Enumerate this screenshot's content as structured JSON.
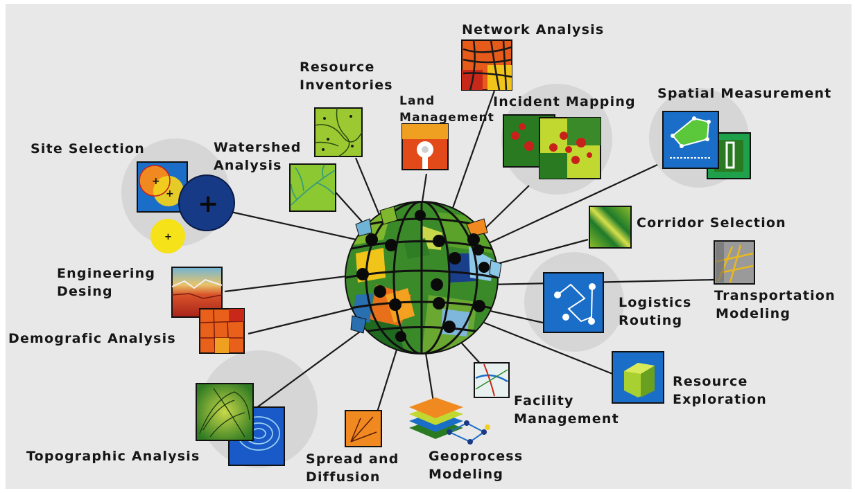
{
  "hub": {
    "icon": "globe-icon"
  },
  "applications": [
    {
      "id": "network-analysis",
      "lines": [
        "Network Analysis"
      ],
      "icon": "street-grid-map-icon"
    },
    {
      "id": "resource-inventories",
      "lines": [
        "Resource",
        "Inventories"
      ],
      "icon": "parcel-map-icon"
    },
    {
      "id": "land-management",
      "lines": [
        "Land",
        "Management"
      ],
      "icon": "keyhole-parcel-icon"
    },
    {
      "id": "incident-mapping",
      "lines": [
        "Incident Mapping"
      ],
      "icon": "incident-dots-map-icon"
    },
    {
      "id": "spatial-measurement",
      "lines": [
        "Spatial Measurement"
      ],
      "icon": "measurement-polygon-icon"
    },
    {
      "id": "site-selection",
      "lines": [
        "Site Selection"
      ],
      "icon": "buffer-circles-icon"
    },
    {
      "id": "watershed-analysis",
      "lines": [
        "Watershed",
        "Analysis"
      ],
      "icon": "river-network-icon"
    },
    {
      "id": "corridor-selection",
      "lines": [
        "Corridor Selection"
      ],
      "icon": "corridor-band-icon"
    },
    {
      "id": "engineering-desing",
      "lines": [
        "Engineering",
        "Desing"
      ],
      "icon": "terrain-cross-section-icon"
    },
    {
      "id": "transportation-modeling",
      "lines": [
        "Transportation",
        "Modeling"
      ],
      "icon": "road-network-3d-icon"
    },
    {
      "id": "logistics-routing",
      "lines": [
        "Logistics",
        "Routing"
      ],
      "icon": "route-stops-icon"
    },
    {
      "id": "demografic-analysis",
      "lines": [
        "Demografic Analysis"
      ],
      "icon": "census-blocks-icon"
    },
    {
      "id": "resource-exploration",
      "lines": [
        "Resource",
        "Exploration"
      ],
      "icon": "subsurface-cube-icon"
    },
    {
      "id": "facility-management",
      "lines": [
        "Facility",
        "Management"
      ],
      "icon": "utility-lines-icon"
    },
    {
      "id": "topographic-analysis",
      "lines": [
        "Topographic Analysis"
      ],
      "icon": "contour-map-icon"
    },
    {
      "id": "spread-and-diffusion",
      "lines": [
        "Spread and",
        "Diffusion"
      ],
      "icon": "diffusion-arrows-icon"
    },
    {
      "id": "geoprocess-modeling",
      "lines": [
        "Geoprocess",
        "Modeling"
      ],
      "icon": "layer-stack-icon"
    }
  ]
}
